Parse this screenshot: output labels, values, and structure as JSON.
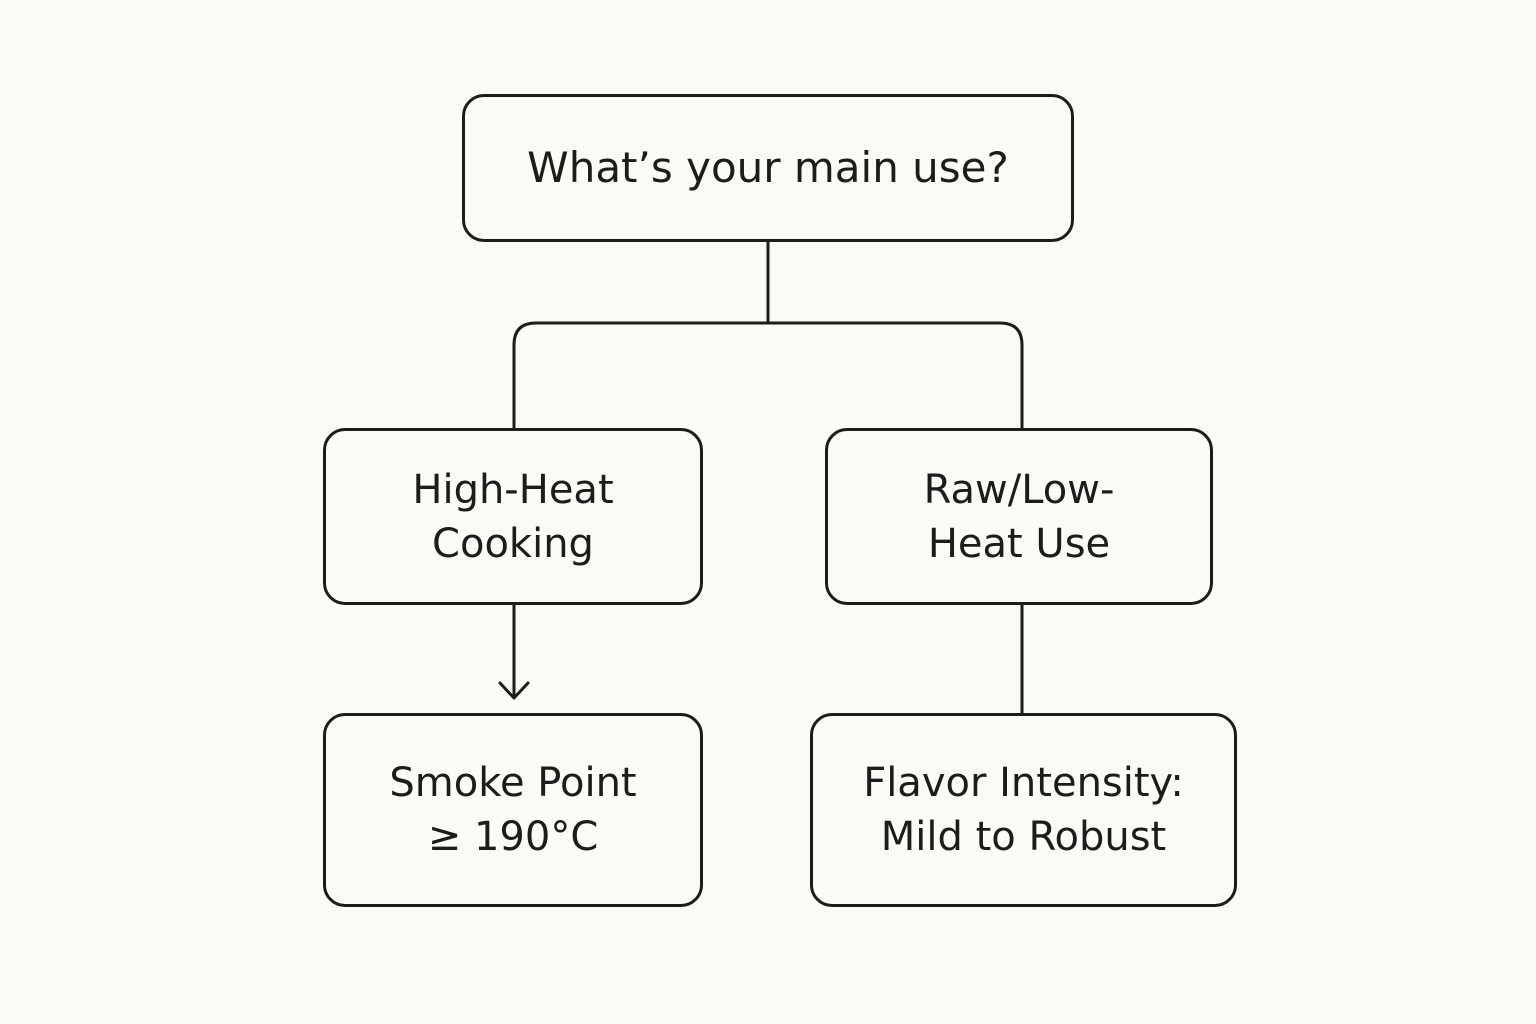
{
  "diagram": {
    "root": {
      "label": "What’s your main use?"
    },
    "branches": [
      {
        "label_lines": [
          "High-Heat",
          "Cooking"
        ],
        "child": {
          "label_lines": [
            "Smoke Point",
            "≥ 190°C"
          ]
        },
        "connector": "arrow"
      },
      {
        "label_lines": [
          "Raw/Low-",
          "Heat Use"
        ],
        "child": {
          "label_lines": [
            "Flavor Intensity:",
            "Mild to Robust"
          ]
        },
        "connector": "line"
      }
    ],
    "colors": {
      "background": "#fbfaf6",
      "stroke": "#1c1c1c",
      "text": "#1c1c1c"
    }
  }
}
